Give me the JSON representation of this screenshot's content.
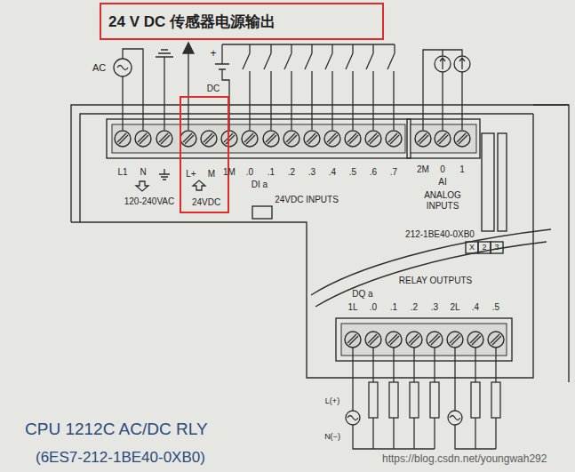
{
  "diagram": {
    "nodes": [
      {
        "text": [
          "24 V DC 传感器电源输出"
        ]
      },
      {
        "text": [
          "L+",
          "M",
          "24VDC"
        ]
      }
    ],
    "labels": [
      "AC",
      "+",
      "DC",
      "L1",
      "N",
      "120-240VAC",
      "1M",
      ".0",
      ".1",
      ".2",
      ".3",
      ".4",
      ".5",
      ".6",
      ".7",
      "DI a",
      "24VDC INPUTS",
      "2M",
      "0",
      "1",
      "AI",
      "ANALOG INPUTS",
      "212-1BE40-0XB0",
      "X",
      "2",
      "3",
      "RELAY OUTPUTS",
      "DQ a",
      "1L",
      ".0",
      ".1",
      ".2",
      ".3",
      "2L",
      ".4",
      ".5",
      "L(+)",
      "N(−)",
      "CPU 1212C AC/DC RLY",
      "(6ES7-212-1BE40-0XB0)",
      "https://blog.csdn.net/youngwah292"
    ]
  }
}
